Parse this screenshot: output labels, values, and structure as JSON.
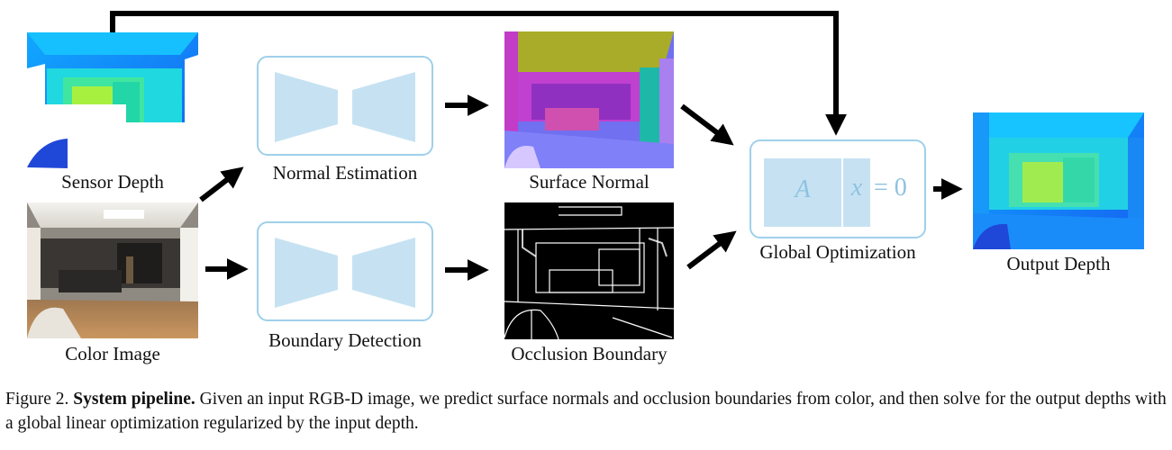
{
  "figure": {
    "inputs": {
      "sensor_depth": "Sensor Depth",
      "color_image": "Color Image"
    },
    "networks": {
      "normal": "Normal Estimation",
      "boundary": "Boundary Detection"
    },
    "intermediate": {
      "surface_normal": "Surface Normal",
      "occlusion_boundary": "Occlusion Boundary"
    },
    "optimization": {
      "label": "Global Optimization",
      "eq_A": "A",
      "eq_x": "x",
      "eq_rhs": "= 0"
    },
    "output": {
      "label": "Output Depth"
    }
  },
  "caption": {
    "prefix": "Figure 2.",
    "bold": "System pipeline.",
    "text": "Given an input RGB-D image, we predict surface normals and occlusion boundaries from color, and then solve for the output depths with a global linear optimization regularized by the input depth."
  },
  "colors": {
    "net_fill": "#c6e2f2",
    "net_border": "#9fd0ea",
    "arrow": "#000000"
  }
}
